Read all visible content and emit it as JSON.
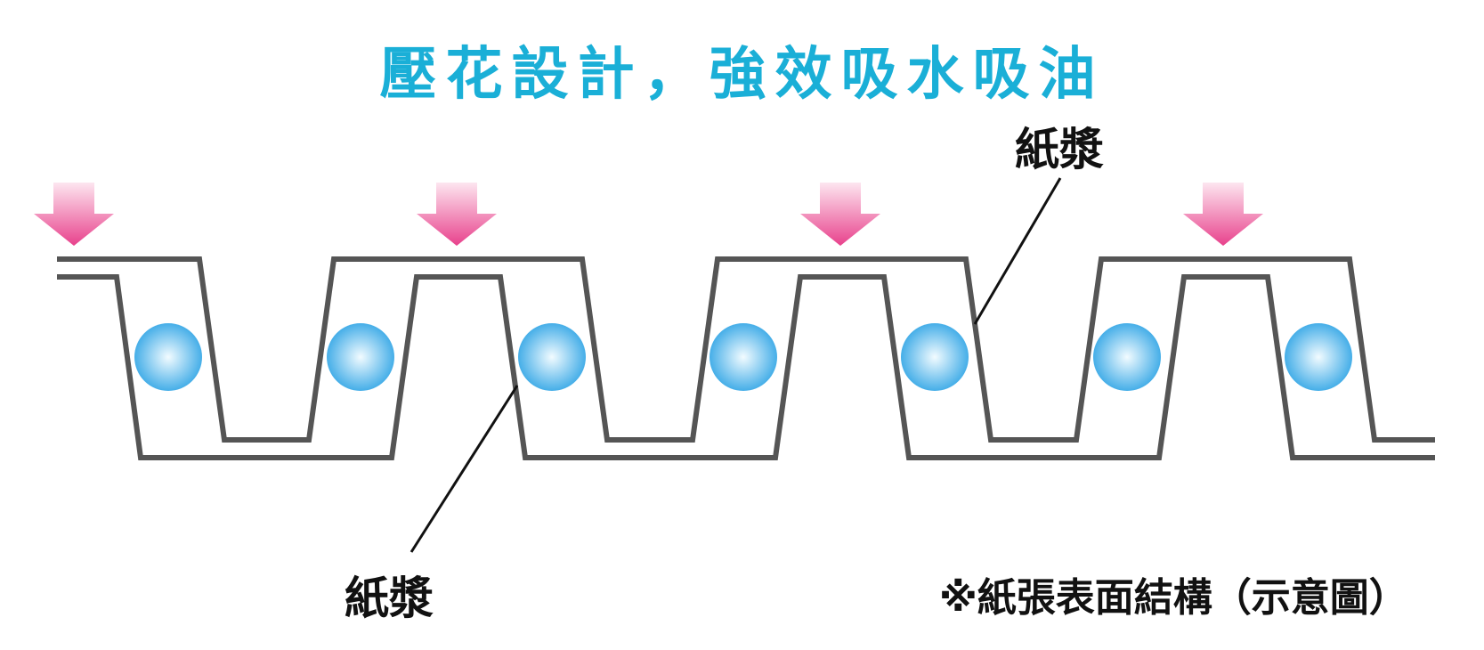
{
  "title": "壓花設計，強效吸水吸油",
  "labels": {
    "pulp_top": "紙漿",
    "pulp_bottom": "紙漿"
  },
  "note": "※紙張表面結構（示意圖）",
  "colors": {
    "title": "#1aafd7",
    "paper_line": "#555555",
    "arrow_top": "#fde6f0",
    "arrow_bottom": "#e8418c",
    "ball_center": "#f2fbff",
    "ball_edge": "#45aee8",
    "text": "#111111"
  },
  "diagram": {
    "press_arrows": 4,
    "absorbed_droplets": 7
  }
}
